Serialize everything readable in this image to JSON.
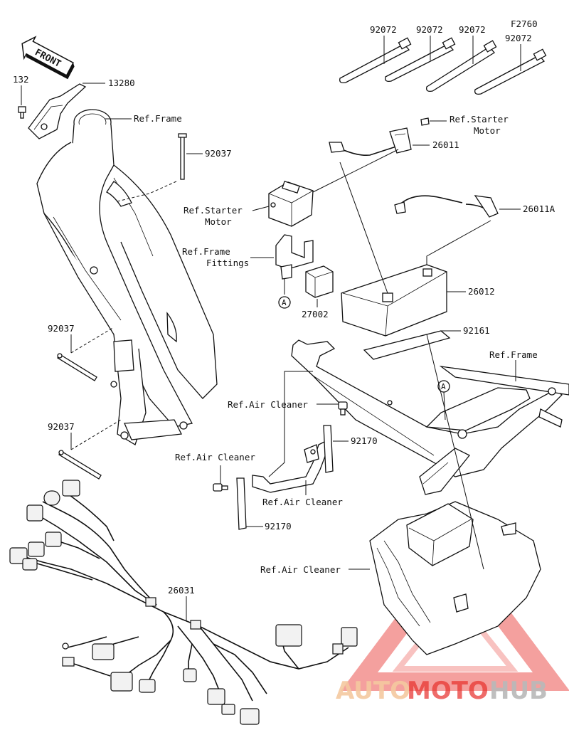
{
  "figure_code": "F2760",
  "front_label": "FRONT",
  "labels": {
    "p132": "132",
    "p13280": "13280",
    "ref_frame_top": "Ref.Frame",
    "p92037_top": "92037",
    "p92037_mid": "92037",
    "p92037_low": "92037",
    "p92072_1": "92072",
    "p92072_2": "92072",
    "p92072_3": "92072",
    "p92072_4": "92072",
    "ref_starter_motor_right_1": "Ref.Starter",
    "ref_starter_motor_right_2": "Motor",
    "p26011": "26011",
    "p26011A": "26011A",
    "ref_starter_motor_left_1": "Ref.Starter",
    "ref_starter_motor_left_2": "Motor",
    "ref_frame_fittings_1": "Ref.Frame",
    "ref_frame_fittings_2": "Fittings",
    "callout_a": "A",
    "p27002": "27002",
    "p26012": "26012",
    "p92161": "92161",
    "ref_frame_right": "Ref.Frame",
    "ref_air_cleaner_1": "Ref.Air Cleaner",
    "ref_air_cleaner_2": "Ref.Air Cleaner",
    "ref_air_cleaner_3": "Ref.Air Cleaner",
    "ref_air_cleaner_4": "Ref.Air Cleaner",
    "p92170_right": "92170",
    "p92170_left": "92170",
    "p26031": "26031"
  },
  "watermark": {
    "part1": "AUTO",
    "part2": "MOTO",
    "part3": "HUB",
    "color_light": "#f5c9a0",
    "color_red": "#e8332f",
    "color_gray": "#b9b9b9"
  }
}
